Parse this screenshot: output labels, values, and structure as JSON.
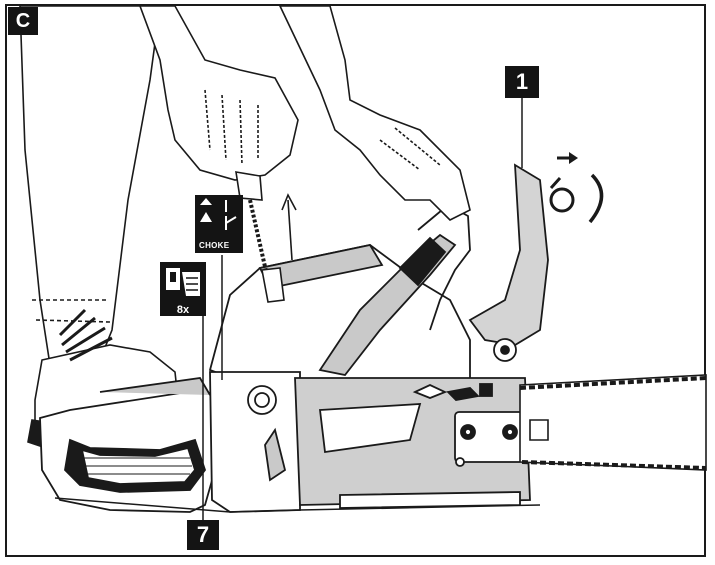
{
  "figure": {
    "panel_label": "C",
    "callout_1": "1",
    "callout_7": "7",
    "choke_label": "CHOKE",
    "primer_count": "8x"
  },
  "colors": {
    "outline": "#1a1a1a",
    "grey_part": "#c9c9c9",
    "dark_grey": "#8c8c8c",
    "label_bg": "#141414"
  },
  "icons": [
    "choke-lever-icon",
    "primer-bulb-icon",
    "rotation-arrow-icon"
  ]
}
